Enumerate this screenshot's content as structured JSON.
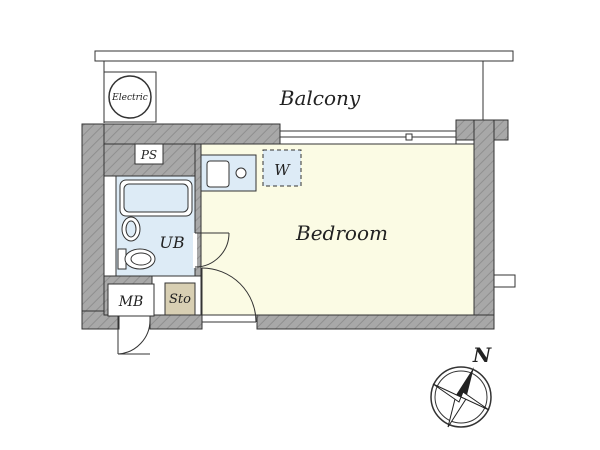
{
  "rooms": {
    "balcony": "Balcony",
    "bedroom": "Bedroom",
    "unit_bath": "UB",
    "storage": "Sto",
    "meter_box": "MB",
    "pipe_space": "PS",
    "washer": "W"
  },
  "fixtures": {
    "electric": "Electric"
  },
  "compass": {
    "north_label": "N"
  },
  "colors": {
    "wall": "#a8a8a8",
    "bedroom_fill": "#fbfbe4",
    "bath_fill": "#ddebf6",
    "storage_fill": "#d8cfb3",
    "line": "#333333"
  }
}
